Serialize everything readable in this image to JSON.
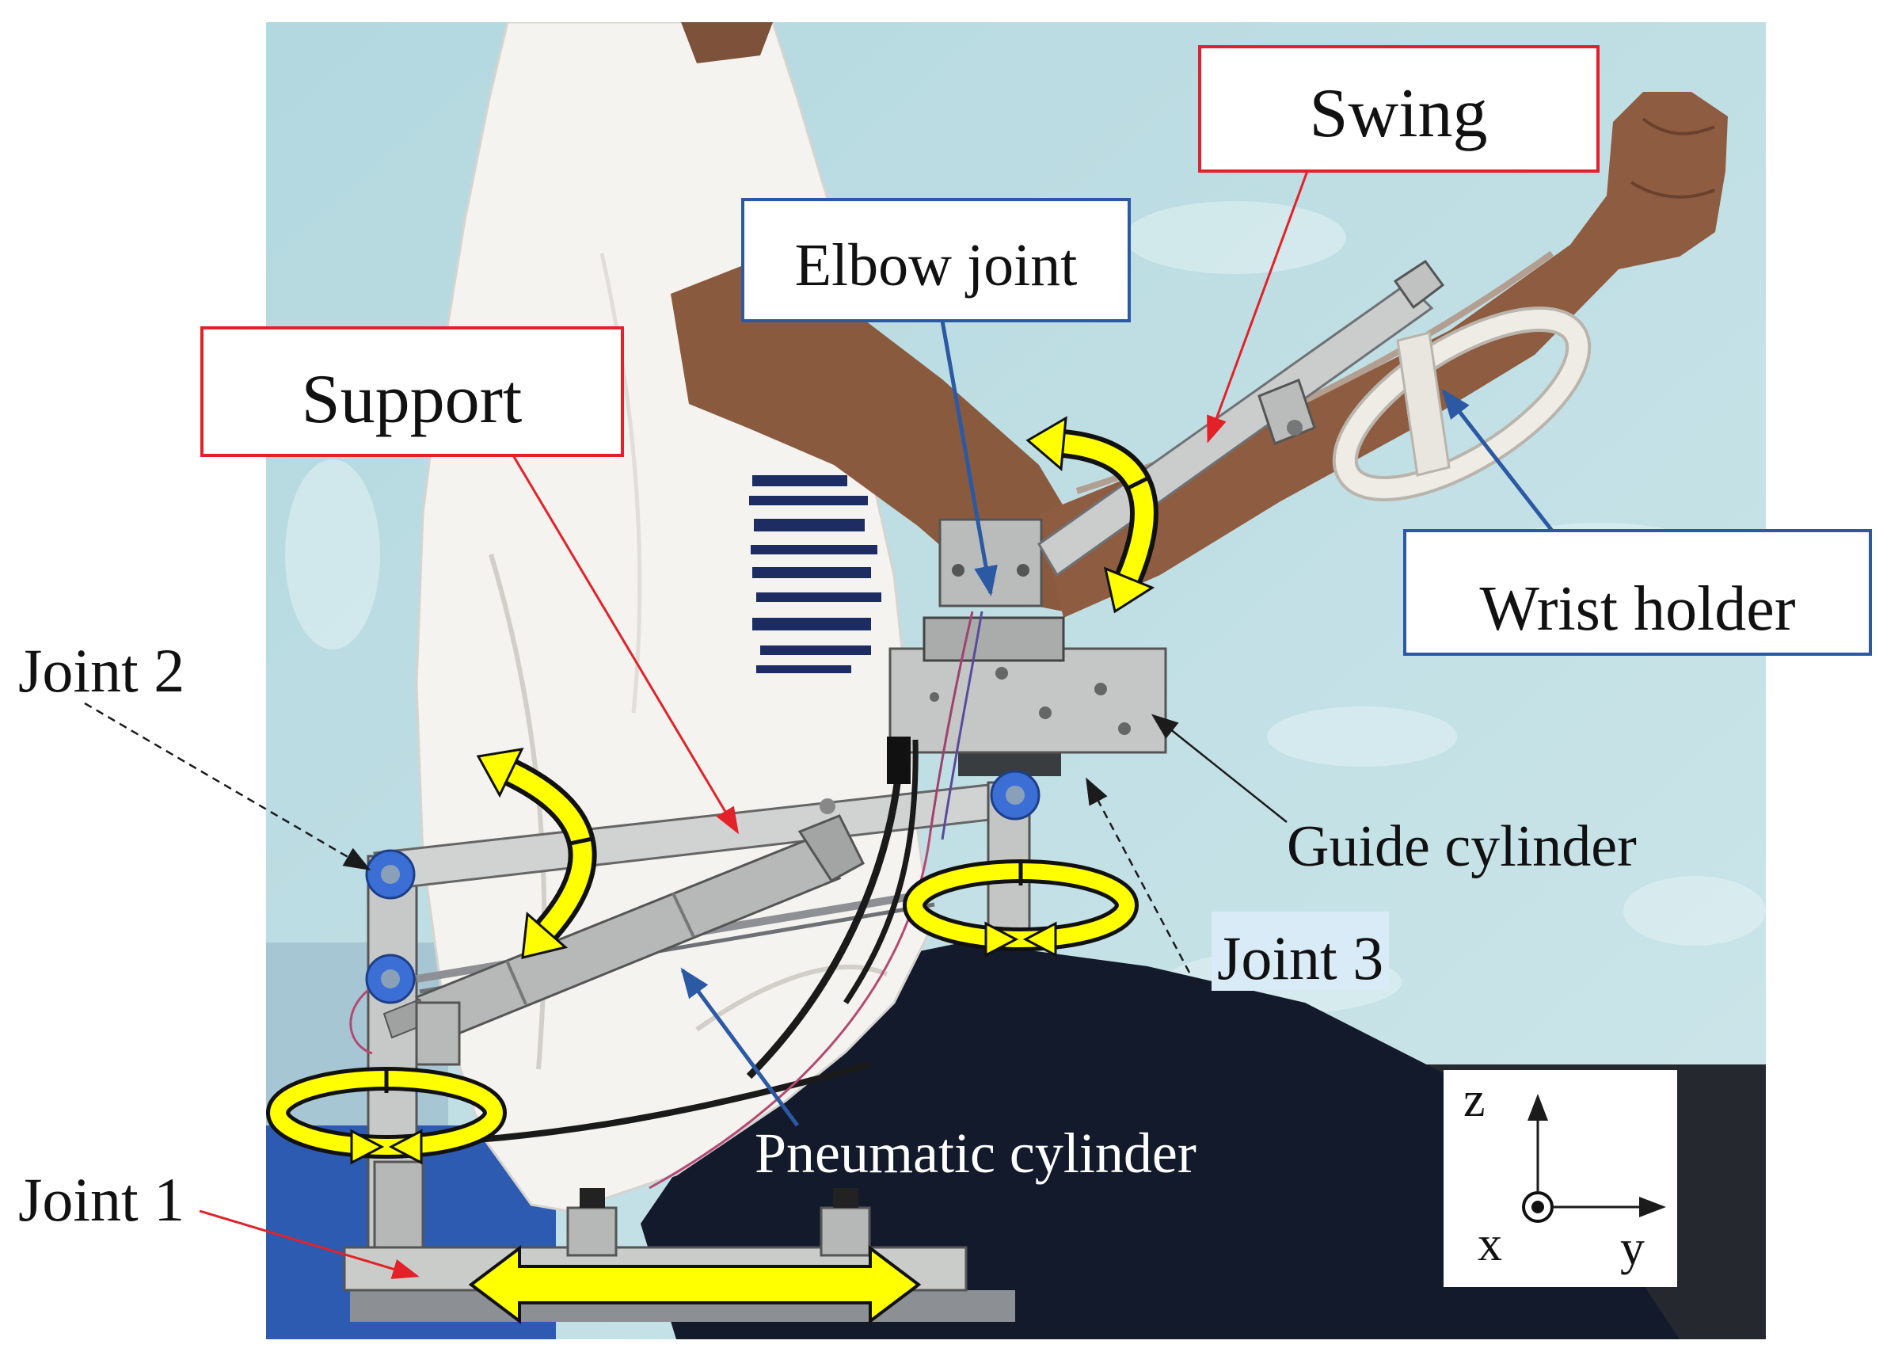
{
  "figure": {
    "callouts": {
      "swing": "Swing",
      "elbow_joint": "Elbow joint",
      "support": "Support",
      "wrist_holder": "Wrist holder"
    },
    "labels": {
      "joint_2": "Joint 2",
      "guide_cylinder": "Guide cylinder",
      "joint_3": "Joint 3",
      "pneumatic_cylinder": "Pneumatic cylinder",
      "joint_1": "Joint 1"
    },
    "axes": {
      "z": "z",
      "x": "x",
      "y": "y"
    }
  },
  "colors": {
    "callout_red": "#e32129",
    "callout_blue": "#2b59a3",
    "leader_black": "#1b1b1b",
    "motion_arrow_yellow": "#ffff00",
    "label_text": "#111111",
    "pneumatic_label_text": "#ffffff",
    "joint3_label_background": "#d9ebf7",
    "joint_blue": "#3b6fd6"
  }
}
